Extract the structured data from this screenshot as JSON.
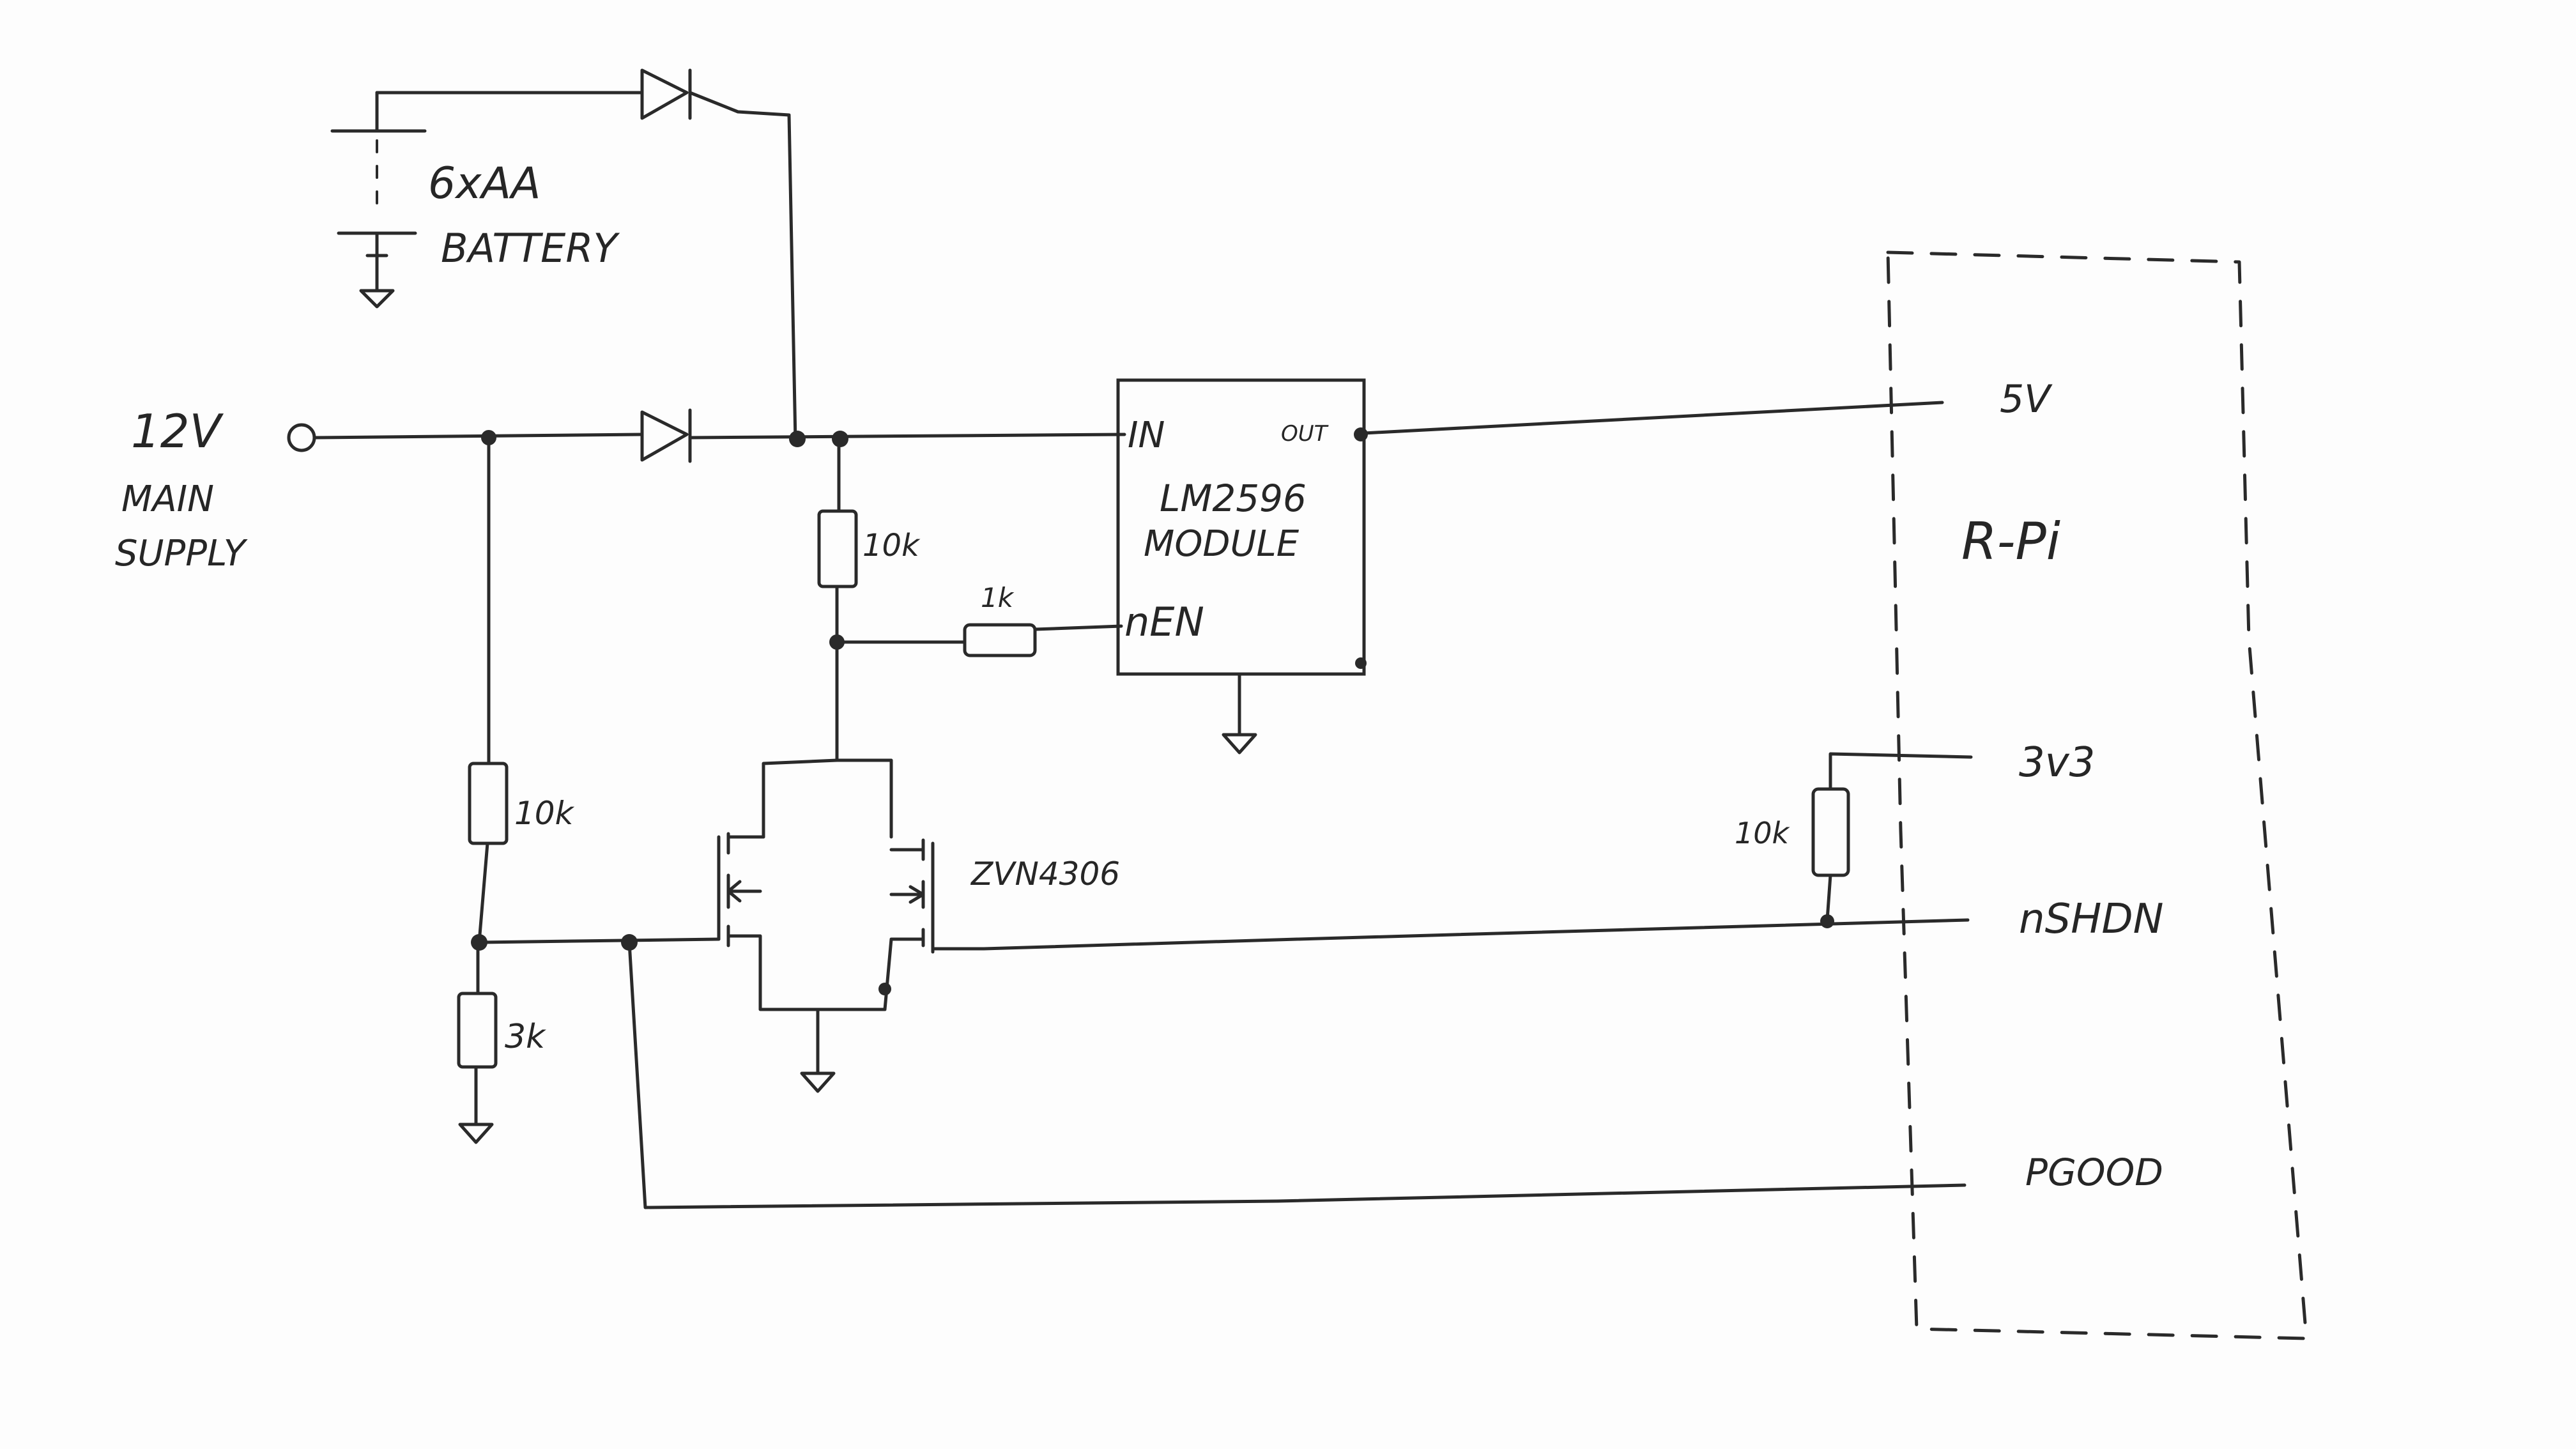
{
  "supply": {
    "voltage": "12V",
    "line1": "MAIN",
    "line2": "SUPPLY"
  },
  "battery": {
    "line1": "6xAA",
    "line2": "BATTERY"
  },
  "regulator": {
    "in_label": "IN",
    "out_label": "OUT",
    "name_line1": "LM2596",
    "name_line2": "MODULE",
    "enable_label": "nEN"
  },
  "resistors": {
    "r_pullup_en": "10k",
    "r_series_en": "1k",
    "r_divider_top": "10k",
    "r_divider_bottom": "3k",
    "r_pullup_3v3": "10k"
  },
  "mosfet": {
    "part": "ZVN4306"
  },
  "rpi": {
    "name": "R-Pi",
    "pin_5v": "5V",
    "pin_3v3": "3v3",
    "pin_nshdn": "nSHDN",
    "pin_pgood": "PGOOD"
  }
}
